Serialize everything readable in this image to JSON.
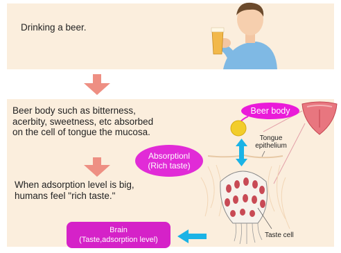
{
  "step1": {
    "text": "Drinking a beer."
  },
  "step2": {
    "lines": [
      "Beer body such as bitterness,",
      "acerbity, sweetness, etc absorbed",
      "on the cell of tongue the mucosa."
    ]
  },
  "step3": {
    "lines": [
      "When adsorption level is big,",
      "humans feel \"rich taste.\""
    ]
  },
  "labels": {
    "beer_body": "Beer body",
    "absorption_line1": "Absorptionl",
    "absorption_line2": "(Rich taste)",
    "tongue_line1": "Tongue",
    "tongue_line2": "epithelium",
    "taste_cell": "Taste cell",
    "brain_line1": "Brain",
    "brain_line2": "(Taste,adsorption level)"
  },
  "colors": {
    "panel_bg": "#fbeedd",
    "flow_arrow": "#ee8f83",
    "bubble_magenta": "#ea1bd9",
    "cyan_arrow": "#1ab3e6",
    "beer_ball": "#f2cd2a"
  },
  "icons": {
    "person": "man-drinking-beer-illustration",
    "tongue": "tongue-illustration",
    "taste_bud": "taste-bud-illustration"
  }
}
